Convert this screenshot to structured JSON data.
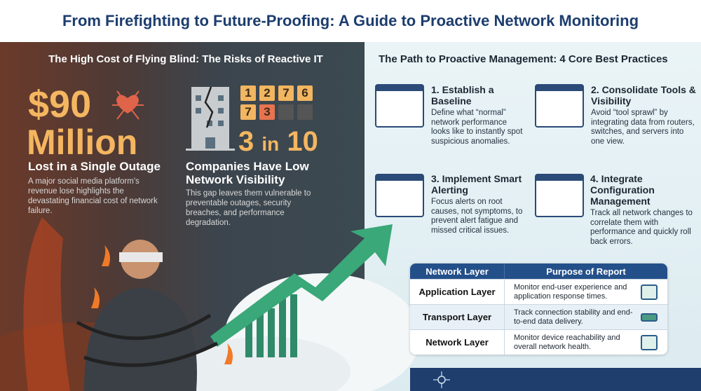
{
  "title": "From Firefighting to Future-Proofing: A Guide to Proactive Network Monitoring",
  "left": {
    "heading": "The High Cost of Flying Blind: The Risks of Reactive IT",
    "stat1": {
      "value": "$90",
      "unit": "Million",
      "label": "Lost in a Single Outage",
      "desc": "A major social media platform's revenue lose highlights the devastating financial cost of network failure.",
      "icon": "broken-heart-network-icon"
    },
    "stat2": {
      "tiles": [
        "1",
        "2",
        "7",
        "6",
        "7",
        "3"
      ],
      "value": "3",
      "mid": "in",
      "value2": "10",
      "label": "Companies Have Low Network Visibility",
      "desc": "This gap leaves them vulnerable to preventable outages, security breaches, and performance degradation.",
      "icon": "cracked-building-icon"
    }
  },
  "right": {
    "heading": "The Path to Proactive Management: 4 Core Best Practices",
    "practices": [
      {
        "title": "1. Establish a Baseline",
        "desc": "Define what “normal” network performance looks like to instantly spot suspicious anomalies.",
        "icon": "line-chart-window-icon"
      },
      {
        "title": "2. Consolidate Tools & Visibility",
        "desc": "Avoid “tool sprawl” by integrating data from routers, switches, and servers into one view.",
        "icon": "database-dashboard-icon"
      },
      {
        "title": "3. Implement Smart Alerting",
        "desc": "Focus alerts on root causes, not symptoms, to prevent alert fatigue and missed critical issues.",
        "icon": "alert-magnifier-icon"
      },
      {
        "title": "4. Integrate Configuration Management",
        "desc": "Track all network changes to correlate them with performance and quickly roll back errors.",
        "icon": "config-rollback-icon"
      }
    ],
    "table": {
      "headers": [
        "Network Layer",
        "Purpose of Report"
      ],
      "rows": [
        {
          "layer": "Application Layer",
          "purpose": "Monitor end-user experience and application response times.",
          "icon": "user-screen-icon"
        },
        {
          "layer": "Transport Layer",
          "purpose": "Track connection stability and end-to-end data delivery.",
          "icon": "sync-link-icon"
        },
        {
          "layer": "Network Layer",
          "purpose": "Monitor device reachability and overall network health.",
          "icon": "network-devices-icon"
        }
      ]
    }
  },
  "colors": {
    "navy": "#1c3d6e",
    "accent_orange": "#f4b660",
    "table_header": "#24508a"
  }
}
